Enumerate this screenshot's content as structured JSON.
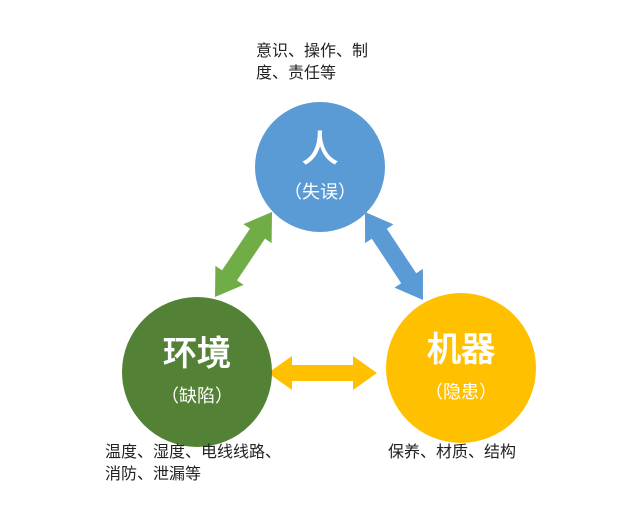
{
  "nodes": {
    "person": {
      "title": "人",
      "subtitle": "（失误）",
      "color": "#5b9bd5"
    },
    "environment": {
      "title": "环境",
      "subtitle": "（缺陷）",
      "color": "#538135"
    },
    "machine": {
      "title": "机器",
      "subtitle": "（隐患）",
      "color": "#ffc000"
    }
  },
  "notes": {
    "person": "意识、操作、制度、责任等",
    "environment": "温度、湿度、电线线路、消防、泄漏等",
    "machine": "保养、材质、结构"
  },
  "arrows": {
    "person_environment": {
      "color": "#70ad47"
    },
    "person_machine": {
      "color": "#5b9bd5"
    },
    "environment_machine": {
      "color": "#ffc000"
    }
  }
}
